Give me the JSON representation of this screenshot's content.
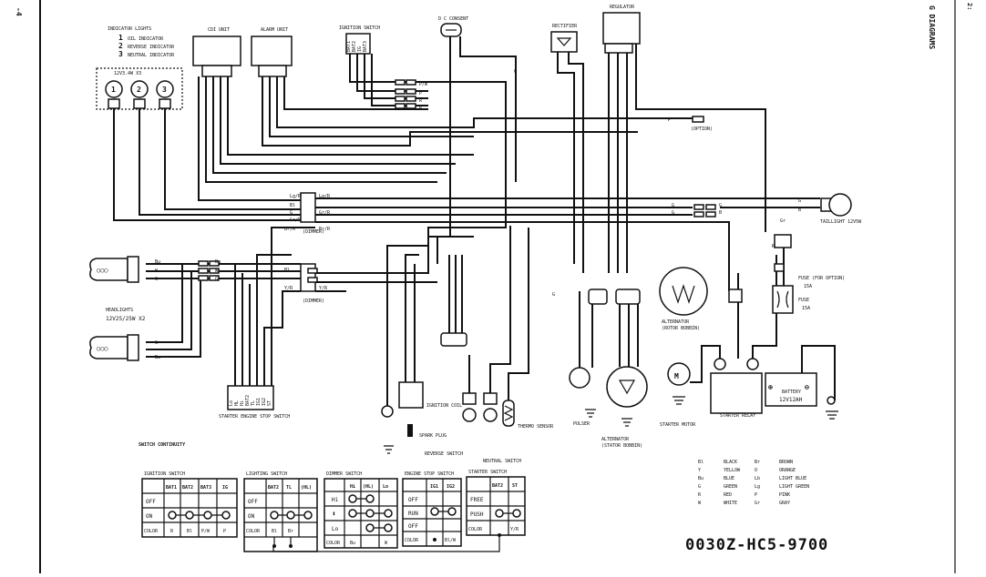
{
  "page": {
    "side_page_number": "-4",
    "side_title": "G DIAGRAMS",
    "part_number": "0030Z-HC5-9700",
    "corner_mark": "2:"
  },
  "components": {
    "indicator_title": "INDICATOR LIGHTS",
    "indicators": [
      {
        "num": "1",
        "label": "OIL INDICATOR"
      },
      {
        "num": "2",
        "label": "REVERSE INDICATOR"
      },
      {
        "num": "3",
        "label": "NEUTRAL INDICATOR"
      }
    ],
    "indicator_bulb_rating": "12V3.4W X3",
    "cdi_unit": "CDI UNIT",
    "alarm_unit": "ALARM UNIT",
    "ignition_switch": "IGNITION SWITCH",
    "ignition_switch_pins": [
      "BAT1",
      "BAT2",
      "IG",
      "BAT3"
    ],
    "dc_consent": "D C CONSENT",
    "rectifier": "RECTIFIER",
    "regulator": "REGULATOR",
    "option": "(OPTION)",
    "taillight": "TAILLIGHT 12V5W",
    "headlights": "HEADLIGHTS",
    "headlight_rating": "12V25/25W X2",
    "fuse_option": "FUSE (FOR OPTION)",
    "fuse_option_rating": "15A",
    "fuse": "FUSE",
    "fuse_rating": "15A",
    "alternator_rotor": "ALTERNATOR",
    "alternator_rotor_sub": "(ROTOR BOBBIN)",
    "alternator": "ALTERNATOR",
    "alternator_sub": "(STATOR BOBBIN)",
    "pulser": "PULSER",
    "starter_motor": "STARTER MOTOR",
    "starter_relay": "STARTER RELAY",
    "battery": "BATTERY",
    "battery_rating": "12V12AH",
    "ignition_coil": "IGNITION COIL",
    "spark_plug": "SPARK PLUG",
    "reverse_switch": "REVERSE SWITCH",
    "neutral_switch": "NEUTRAL SWITCH",
    "thermo_sensor": "THERMO SENSOR",
    "starter_stop_switch": "STARTER ENGINE STOP SWITCH",
    "starter_stop_pins": [
      "Lo",
      "HL",
      "Hi",
      "BAT2",
      "TL",
      "IG1",
      "IG2",
      "ST"
    ],
    "dimmer_tag": "(DIMMER)",
    "wire_labels": {
      "pw": "P/W",
      "p": "P",
      "ro": "R",
      "g": "G",
      "bl": "Bl",
      "y": "Y",
      "bu": "Bu",
      "w": "W",
      "lgr": "Lg/R",
      "grr": "Gr/R",
      "brr": "Br/R",
      "yr": "Y/R",
      "grl": "G/Bl",
      "b": "B",
      "gr": "Gr",
      "lb": "Lb",
      "o": "O",
      "bw": "Bl/W",
      "r": "R"
    }
  },
  "switch_continuity": {
    "title": "SWITCH CONTINUITY",
    "tables": [
      {
        "title": "IGNITION SWITCH",
        "headers": [
          "",
          "BAT1",
          "BAT2",
          "BAT3",
          "IG"
        ],
        "rows": [
          [
            "OFF"
          ],
          [
            "ON"
          ]
        ],
        "color_row": [
          "COLOR",
          "R",
          "Bl",
          "P/W",
          "P"
        ]
      },
      {
        "title": "LIGHTING SWITCH",
        "headers": [
          "",
          "BAT2",
          "TL",
          "(HL)"
        ],
        "rows": [
          [
            "OFF"
          ],
          [
            "ON"
          ]
        ],
        "color_row": [
          "COLOR",
          "Bl",
          "Br",
          ""
        ]
      },
      {
        "title": "DIMMER SWITCH",
        "headers": [
          "",
          "Hi",
          "(HL)",
          "Lo"
        ],
        "rows": [
          [
            "Hi"
          ],
          [
            "⬍"
          ],
          [
            "Lo"
          ]
        ],
        "color_row": [
          "COLOR",
          "Bu",
          "",
          "W"
        ]
      },
      {
        "title": "ENGINE STOP SWITCH",
        "headers": [
          "",
          "IG1",
          "IG2"
        ],
        "rows": [
          [
            "OFF"
          ],
          [
            "RUN"
          ],
          [
            "OFF"
          ]
        ],
        "color_row": [
          "COLOR",
          "",
          "Bl/W"
        ]
      },
      {
        "title": "STARTER SWITCH",
        "headers": [
          "",
          "BAT2",
          "ST"
        ],
        "rows": [
          [
            "FREE"
          ],
          [
            "PUSH"
          ]
        ],
        "color_row": [
          "COLOR",
          "",
          "Y/R"
        ]
      }
    ]
  },
  "color_legend": [
    {
      "code": "Bl",
      "name": "BLACK"
    },
    {
      "code": "Y",
      "name": "YELLOW"
    },
    {
      "code": "Bu",
      "name": "BLUE"
    },
    {
      "code": "G",
      "name": "GREEN"
    },
    {
      "code": "R",
      "name": "RED"
    },
    {
      "code": "W",
      "name": "WHITE"
    },
    {
      "code": "Br",
      "name": "BROWN"
    },
    {
      "code": "O",
      "name": "ORANGE"
    },
    {
      "code": "Lb",
      "name": "LIGHT BLUE"
    },
    {
      "code": "Lg",
      "name": "LIGHT GREEN"
    },
    {
      "code": "P",
      "name": "PINK"
    },
    {
      "code": "Gr",
      "name": "GRAY"
    }
  ]
}
